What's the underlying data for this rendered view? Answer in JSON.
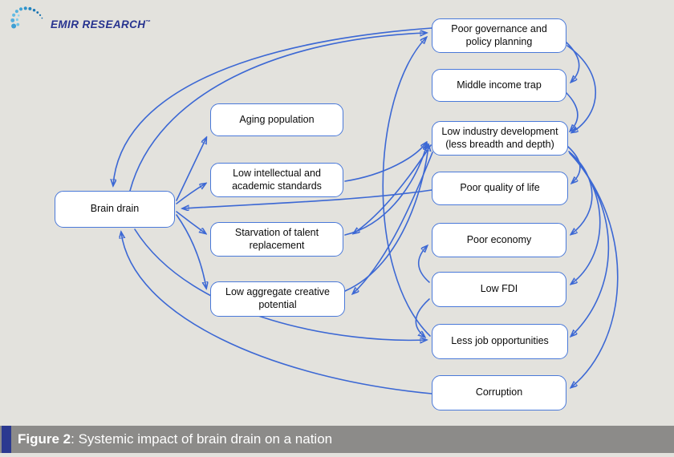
{
  "logo": {
    "text": "EMIR RESEARCH",
    "tm": "™"
  },
  "caption": {
    "label": "Figure 2",
    "text": ": Systemic impact of brain drain on a nation"
  },
  "nodes": [
    {
      "id": "brain-drain",
      "label": "Brain drain"
    },
    {
      "id": "aging-population",
      "label": "Aging population"
    },
    {
      "id": "low-intellectual",
      "label": "Low intellectual and academic standards"
    },
    {
      "id": "starvation",
      "label": "Starvation of talent replacement"
    },
    {
      "id": "low-aggregate",
      "label": "Low aggregate creative potential"
    },
    {
      "id": "poor-governance",
      "label": "Poor governance and policy planning"
    },
    {
      "id": "middle-income-trap",
      "label": "Middle income trap"
    },
    {
      "id": "low-industry",
      "label": "Low industry development (less breadth and depth)"
    },
    {
      "id": "poor-quality-of-life",
      "label": "Poor quality of life"
    },
    {
      "id": "poor-economy",
      "label": "Poor economy"
    },
    {
      "id": "low-fdi",
      "label": "Low FDI"
    },
    {
      "id": "less-job-opportunities",
      "label": "Less job opportunities"
    },
    {
      "id": "corruption",
      "label": "Corruption"
    }
  ],
  "edges": [
    {
      "from": "brain-drain",
      "to": "aging-population"
    },
    {
      "from": "brain-drain",
      "to": "low-intellectual"
    },
    {
      "from": "brain-drain",
      "to": "starvation"
    },
    {
      "from": "brain-drain",
      "to": "low-aggregate"
    },
    {
      "from": "poor-quality-of-life",
      "to": "brain-drain"
    },
    {
      "from": "brain-drain",
      "to": "poor-governance"
    },
    {
      "from": "poor-governance",
      "to": "brain-drain"
    },
    {
      "from": "corruption",
      "to": "brain-drain"
    },
    {
      "from": "brain-drain",
      "to": "less-job-opportunities"
    },
    {
      "from": "low-intellectual",
      "to": "low-industry"
    },
    {
      "from": "starvation",
      "to": "low-industry"
    },
    {
      "from": "low-aggregate",
      "to": "low-industry"
    },
    {
      "from": "less-job-opportunities",
      "to": "poor-governance"
    },
    {
      "from": "low-fdi",
      "to": "poor-economy"
    },
    {
      "from": "low-fdi",
      "to": "less-job-opportunities"
    },
    {
      "from": "low-industry",
      "to": "starvation"
    },
    {
      "from": "low-industry",
      "to": "low-aggregate"
    },
    {
      "from": "poor-governance",
      "to": "middle-income-trap"
    },
    {
      "from": "poor-governance",
      "to": "low-industry"
    },
    {
      "from": "middle-income-trap",
      "to": "low-industry"
    },
    {
      "from": "low-industry",
      "to": "poor-quality-of-life"
    },
    {
      "from": "low-industry",
      "to": "poor-economy"
    },
    {
      "from": "low-industry",
      "to": "low-fdi"
    },
    {
      "from": "low-industry",
      "to": "less-job-opportunities"
    },
    {
      "from": "low-industry",
      "to": "corruption"
    }
  ],
  "colors": {
    "background": "#e3e2dd",
    "node_border": "#4a79d9",
    "node_fill": "#ffffff",
    "arrow": "#3c68d4",
    "caption_bg": "#8c8b89",
    "caption_accent": "#2b3990",
    "logo_text": "#27338f"
  }
}
